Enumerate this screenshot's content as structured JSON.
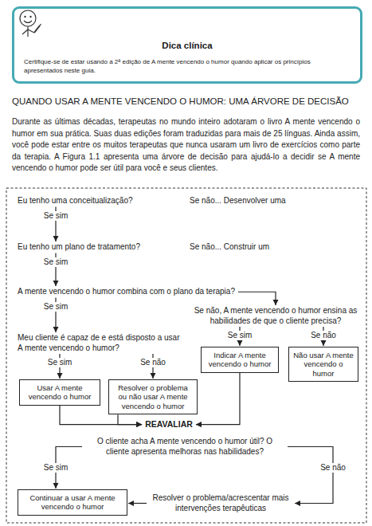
{
  "diagram": {
    "title": "QUANDO USAR A MENTE VENCENDO O HUMOR: UMA ÁRVORE DE DECISÃO",
    "nodes": [
      {
        "text": [
          "Dica clínica",
          "Certifique-se de estar usando a 2ª edição de A mente vencendo o humor quando aplicar os princípios apresentados neste guia."
        ]
      },
      {
        "text": [
          "Eu tenho uma conceitualização?"
        ]
      },
      {
        "text": [
          "Eu tenho um plano de tratamento?"
        ]
      },
      {
        "text": [
          "A mente vencendo o humor combina com o plano da terapia?"
        ]
      },
      {
        "text": [
          "Se não, A mente vencendo o humor ensina as habilidades de que o cliente precisa?"
        ]
      },
      {
        "text": [
          "Meu cliente é capaz de e está disposto a usar A mente vencendo o humor?"
        ]
      },
      {
        "text": [
          "Indicar A mente vencendo o humor"
        ]
      },
      {
        "text": [
          "Não usar A mente vencendo o humor"
        ]
      },
      {
        "text": [
          "Usar A mente vencendo o humor"
        ]
      },
      {
        "text": [
          "Resolver o problema ou não usar A mente vencendo o humor"
        ]
      },
      {
        "text": [
          "REAVALIAR"
        ]
      },
      {
        "text": [
          "O cliente acha A mente vencendo o humor útil? O cliente apresenta melhoras nas habilidades?"
        ]
      },
      {
        "text": [
          "Continuar a usar A mente vencendo o humor"
        ]
      },
      {
        "text": [
          "Resolver o problema/acrescentar mais intervenções terapêuticas"
        ]
      }
    ],
    "edges": [
      {
        "from": 1,
        "to": 2,
        "label": "Se sim",
        "arrow": "to"
      },
      {
        "from": 2,
        "to": 3,
        "label": "Se sim",
        "arrow": "to"
      },
      {
        "from": 3,
        "to": 5,
        "label": "Se sim",
        "arrow": "to"
      },
      {
        "from": 3,
        "to": 4,
        "arrow": "to"
      },
      {
        "from": 4,
        "to": 6,
        "label": "Se sim",
        "arrow": "to"
      },
      {
        "from": 4,
        "to": 7,
        "label": "Se não",
        "arrow": "to"
      },
      {
        "from": 5,
        "to": 8,
        "label": "Se sim",
        "arrow": "to"
      },
      {
        "from": 5,
        "to": 9,
        "label": "Se não",
        "arrow": "to"
      },
      {
        "from": 8,
        "to": 10,
        "arrow": "to"
      },
      {
        "from": 9,
        "to": 10,
        "arrow": "to"
      },
      {
        "from": 6,
        "to": 10,
        "arrow": "to"
      },
      {
        "from": 11,
        "to": 12,
        "label": "Se sim",
        "arrow": "to"
      },
      {
        "from": 11,
        "to": 13,
        "label": "Se não",
        "arrow": "to"
      },
      {
        "from": 13,
        "to": 12,
        "arrow": "to"
      }
    ],
    "labels": [
      "Durante as últimas décadas, terapeutas no mundo inteiro adotaram o livro A mente vencendo o humor em sua prática. Suas duas edições foram traduzidas para mais de 25 línguas. Ainda assim, você pode estar entre os muitos terapeutas que nunca usaram um livro de exercícios como parte da terapia. A Figura 1.1 apresenta uma árvore de decisão para ajudá-lo a decidir se A mente vencendo o humor pode ser útil para você e seus clientes.",
      "Se não... Desenvolver uma",
      "Se não... Construir um"
    ]
  }
}
